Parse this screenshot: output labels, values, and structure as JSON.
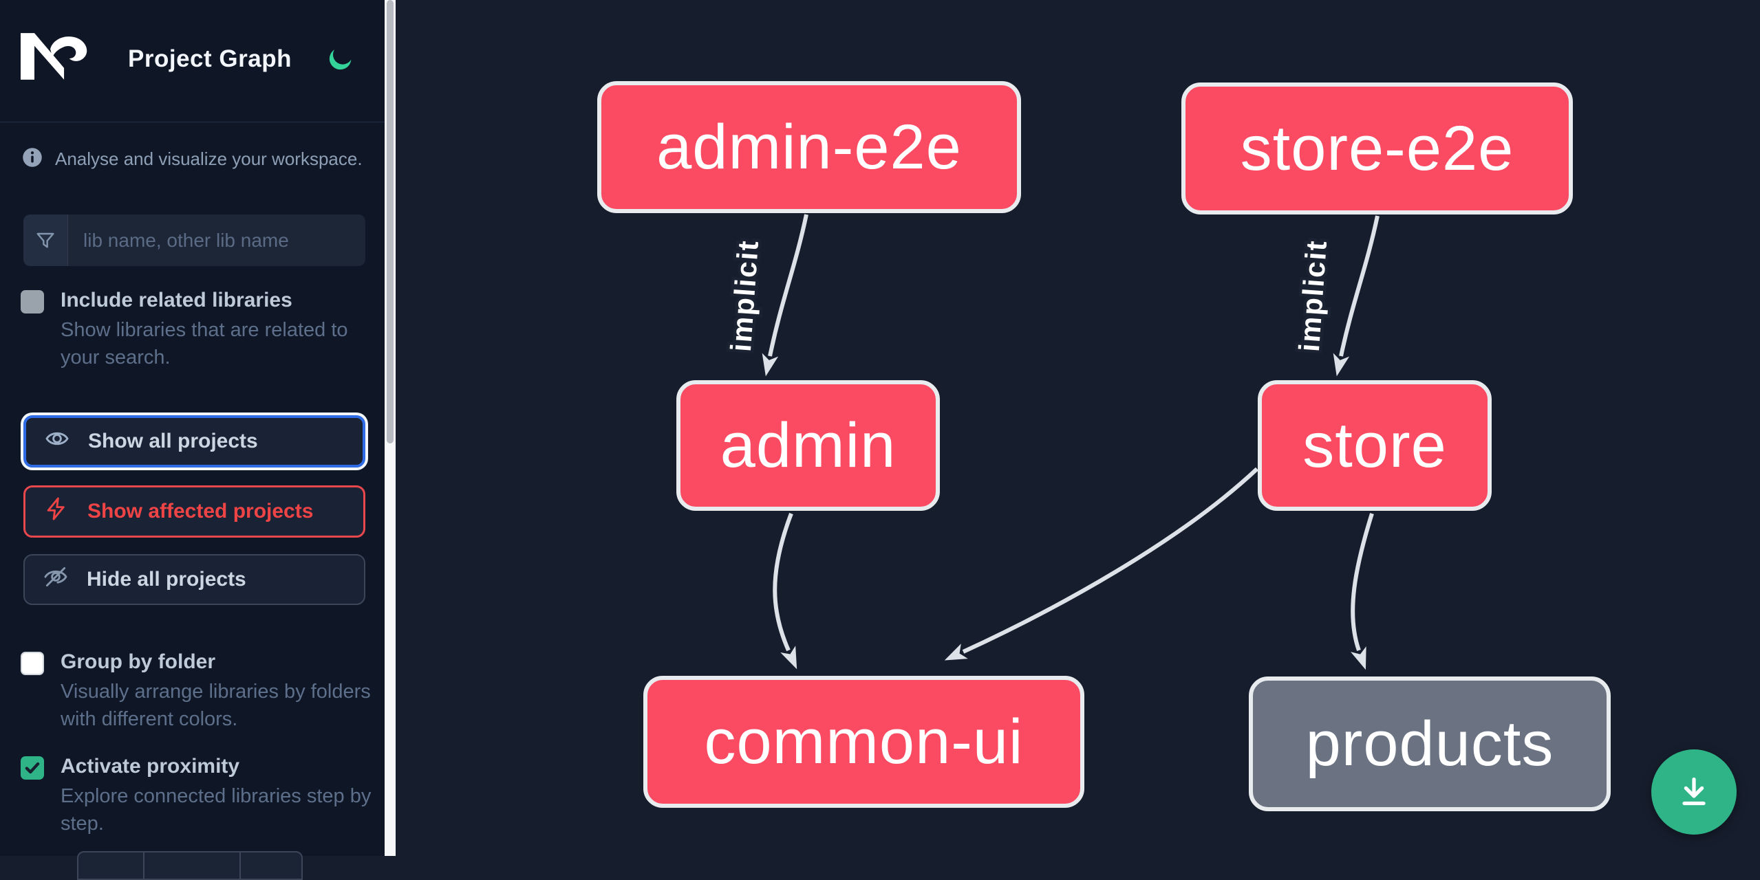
{
  "app": {
    "title": "Project Graph"
  },
  "header": {
    "logo_icon": "nx-logo",
    "theme_toggle_icon": "moon-icon"
  },
  "sidebar": {
    "info": {
      "icon": "info-icon",
      "text": "Analyse and visualize your workspace."
    },
    "search": {
      "icon": "funnel-icon",
      "placeholder": "lib name, other lib name",
      "value": ""
    },
    "toggles": [
      {
        "label": "Include related libraries",
        "description": "Show libraries that are related to your search.",
        "checked": false,
        "disabled": true
      },
      {
        "label": "Group by folder",
        "description": "Visually arrange libraries by folders with different colors.",
        "checked": false,
        "disabled": false
      },
      {
        "label": "Activate proximity",
        "description": "Explore connected libraries step by step.",
        "checked": true,
        "disabled": false
      }
    ],
    "actions": [
      {
        "label": "Show all projects",
        "icon": "eye-icon",
        "style": "focused"
      },
      {
        "label": "Show affected projects",
        "icon": "bolt-icon",
        "style": "affected"
      },
      {
        "label": "Hide all projects",
        "icon": "eye-off-icon",
        "style": "default"
      }
    ]
  },
  "graph": {
    "nodes": [
      {
        "id": "admin-e2e",
        "label": "admin-e2e",
        "color": "#fb4b63"
      },
      {
        "id": "store-e2e",
        "label": "store-e2e",
        "color": "#fb4b63"
      },
      {
        "id": "admin",
        "label": "admin",
        "color": "#fb4b63"
      },
      {
        "id": "store",
        "label": "store",
        "color": "#fb4b63"
      },
      {
        "id": "common-ui",
        "label": "common-ui",
        "color": "#fb4b63"
      },
      {
        "id": "products",
        "label": "products",
        "color": "#6b7383"
      }
    ],
    "edges": [
      {
        "source": "admin-e2e",
        "target": "admin",
        "label": "implicit"
      },
      {
        "source": "store-e2e",
        "target": "store",
        "label": "implicit"
      },
      {
        "source": "admin",
        "target": "common-ui",
        "label": ""
      },
      {
        "source": "store",
        "target": "common-ui",
        "label": ""
      },
      {
        "source": "store",
        "target": "products",
        "label": ""
      }
    ],
    "edge_color": "#dde2e8"
  },
  "fab": {
    "icon": "download-icon",
    "color": "#2eb487"
  },
  "colors": {
    "sidebar_bg": "#0f1726",
    "canvas_bg": "#161d2c",
    "node_pink": "#fb4b63",
    "node_gray": "#6b7383",
    "accent_blue": "#2e6be4",
    "accent_red": "#e8474d",
    "accent_green": "#2eb487",
    "moon_green": "#34d399",
    "edge": "#dde2e8"
  }
}
